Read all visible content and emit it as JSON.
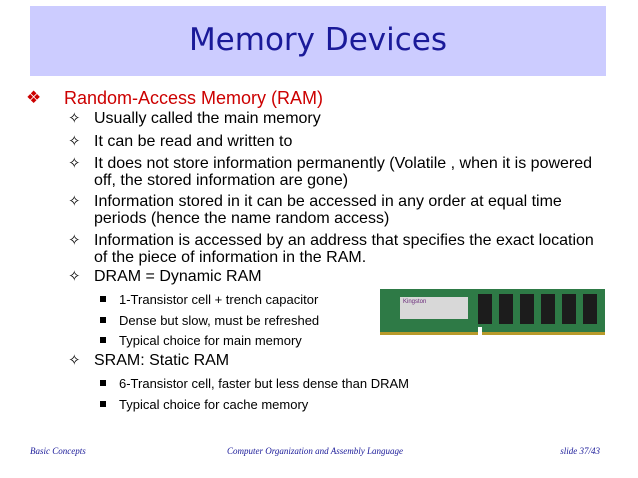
{
  "slide": {
    "title": "Memory Devices",
    "level1": {
      "bullet": "❖",
      "text": "Random-Access Memory (RAM)"
    },
    "items": [
      {
        "bullet": "✧",
        "text": "Usually called the main memory"
      },
      {
        "bullet": "✧",
        "text": "It can be read and written to"
      },
      {
        "bullet": "✧",
        "text": "It does not store information permanently (Volatile , when it is powered off, the stored information are gone)"
      },
      {
        "bullet": "✧",
        "text": "Information stored in it can be accessed in any order at equal time periods (hence the name random access)"
      },
      {
        "bullet": "✧",
        "text": " Information is accessed by an address that specifies the exact location of the piece of information in the RAM."
      },
      {
        "bullet": "✧",
        "text": "DRAM = Dynamic RAM"
      },
      {
        "bullet": "✧",
        "text": "SRAM: Static RAM"
      }
    ],
    "dram_sub": [
      "1-Transistor cell + trench capacitor",
      "Dense but slow, must be refreshed",
      "Typical choice for main memory"
    ],
    "sram_sub": [
      "6-Transistor cell, faster but less dense than DRAM",
      "Typical choice for cache memory"
    ]
  },
  "image": {
    "brand": "Kingston"
  },
  "footer": {
    "left": "Basic Concepts",
    "center": "Computer Organization and Assembly Language",
    "right": "slide 37/43"
  },
  "colors": {
    "title_band": "#ccccff",
    "title_text": "#1a1a99",
    "level1_text": "#cc0000",
    "ram_pcb": "#2e7a46"
  }
}
